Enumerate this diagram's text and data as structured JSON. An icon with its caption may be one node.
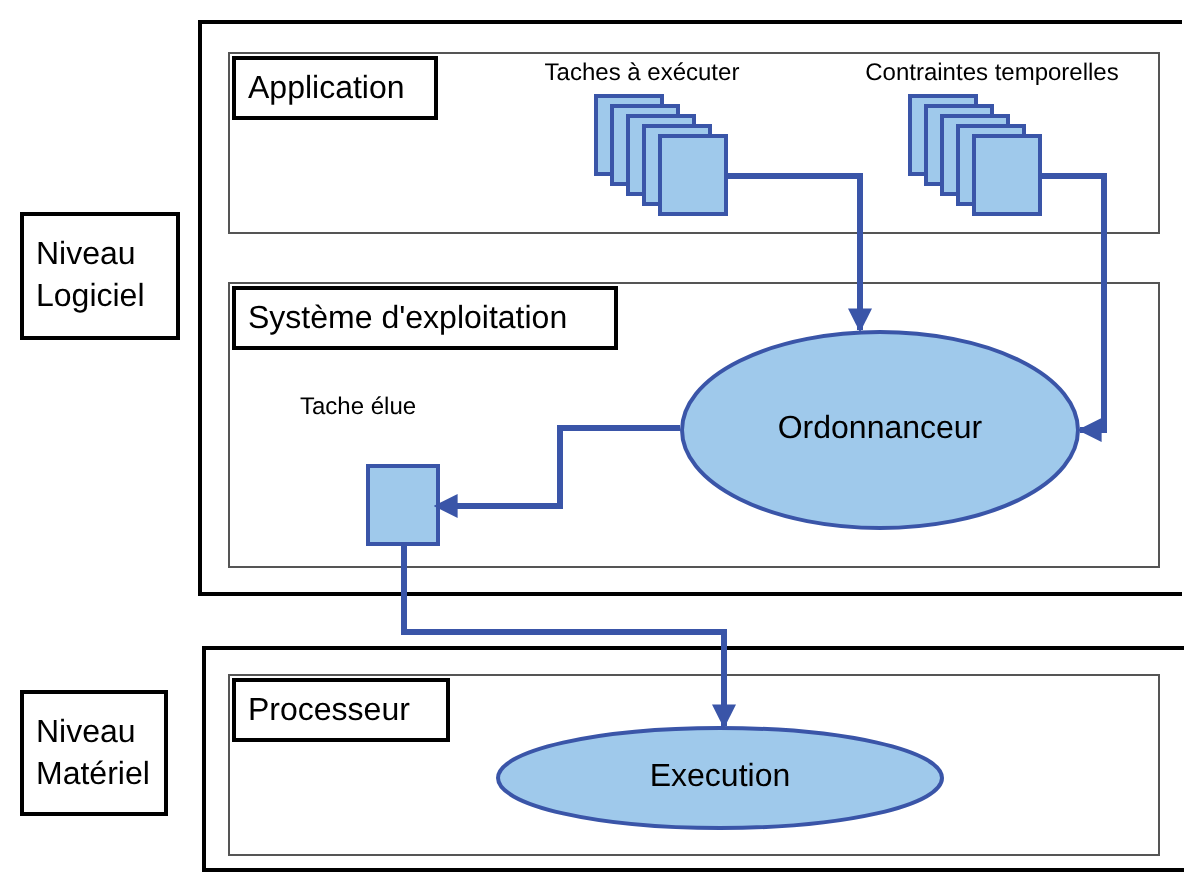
{
  "diagram": {
    "nodes": [
      {
        "text": [
          "Niveau Logiciel"
        ]
      },
      {
        "text": [],
        "shape": "box"
      },
      {
        "text": [
          "Application"
        ],
        "in": 1
      },
      {
        "text": [
          "Taches à exécuter"
        ],
        "in": 2
      },
      {
        "text": [
          "Contraintes temporelles"
        ],
        "in": 2
      },
      {
        "text": [
          "Système d'exploitation"
        ],
        "in": 1
      },
      {
        "text": [
          "Ordonnanceur"
        ],
        "in": 5
      },
      {
        "text": [
          "Tache élue"
        ],
        "in": 5
      },
      {
        "text": [
          "Niveau Matériel"
        ]
      },
      {
        "text": [],
        "shape": "box"
      },
      {
        "text": [
          "Processeur"
        ],
        "in": 9
      },
      {
        "text": [
          "Execution"
        ],
        "in": 10
      }
    ],
    "edges": [
      {
        "from": 3,
        "to": 6,
        "arrow": "to"
      },
      {
        "from": 4,
        "to": 6,
        "arrow": "to"
      },
      {
        "from": 6,
        "to": 7,
        "arrow": "to"
      },
      {
        "from": 7,
        "to": 11,
        "arrow": "to"
      }
    ]
  }
}
